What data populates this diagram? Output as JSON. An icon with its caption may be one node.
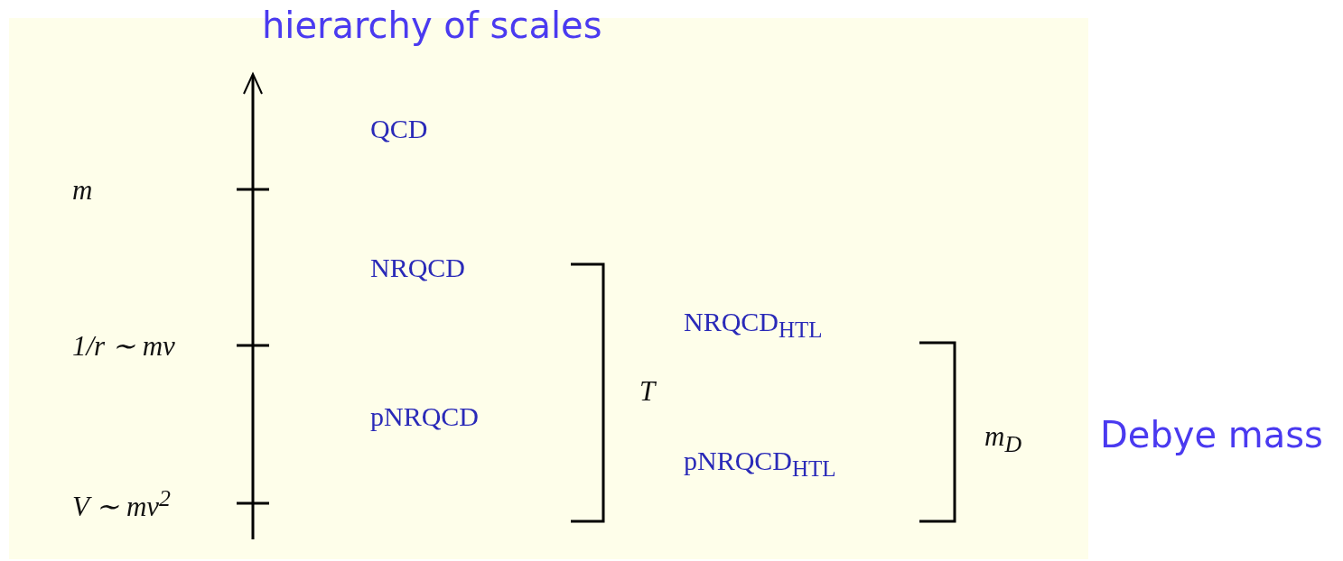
{
  "diagram": {
    "title": "hierarchy of scales",
    "labels": [
      "QCD",
      "m",
      "NRQCD",
      "NRQCD$_{HTL}$",
      "1/r ∼ mv",
      "T",
      "pNRQCD",
      "m$_{D}$",
      "Debye mass",
      "pNRQCD$_{HTL}$",
      "V ∼ mv$^{2}$"
    ]
  }
}
